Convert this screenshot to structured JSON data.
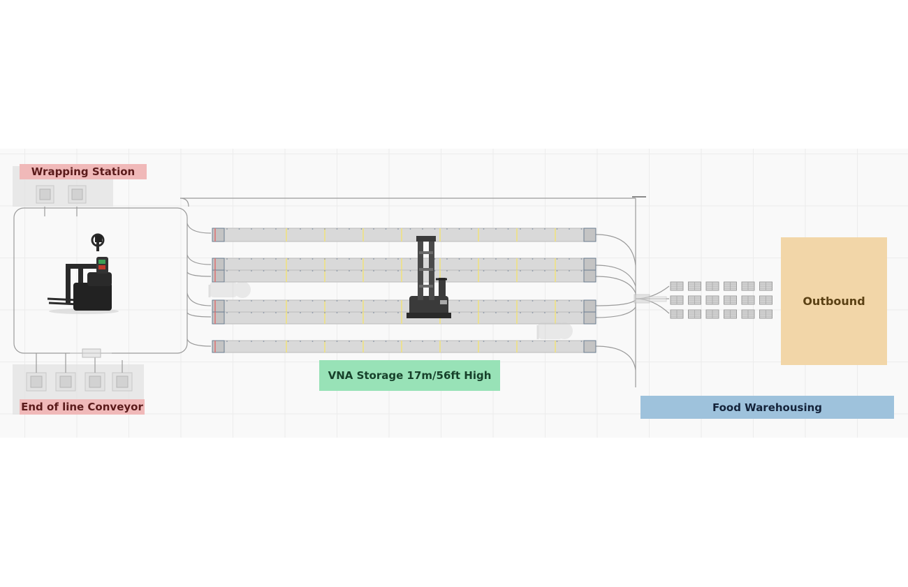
{
  "labels": {
    "wrapping_station": "Wrapping Station",
    "end_of_line_conveyor": "End of line Conveyor",
    "vna_storage": "VNA Storage 17m/56ft High",
    "food_warehousing": "Food Warehousing",
    "outbound": "Outbound"
  },
  "colors": {
    "wrapping_label_bg": "#f0b9b9",
    "eol_label_bg": "#f0b9b9",
    "vna_label_bg": "#98e2b7",
    "food_label_bg": "#9ec2dc",
    "outbound_bg": "#f2d6a8",
    "rack_fill": "#d9d9d9",
    "path_line": "#9a9a9a",
    "rack_bay_marker": "#f1e27a",
    "rack_end_marker": "#e07070"
  },
  "icons": {
    "amr_forklift": "forklift-robot-icon",
    "vna_truck": "vna-truck-icon",
    "pallet": "pallet-icon"
  }
}
